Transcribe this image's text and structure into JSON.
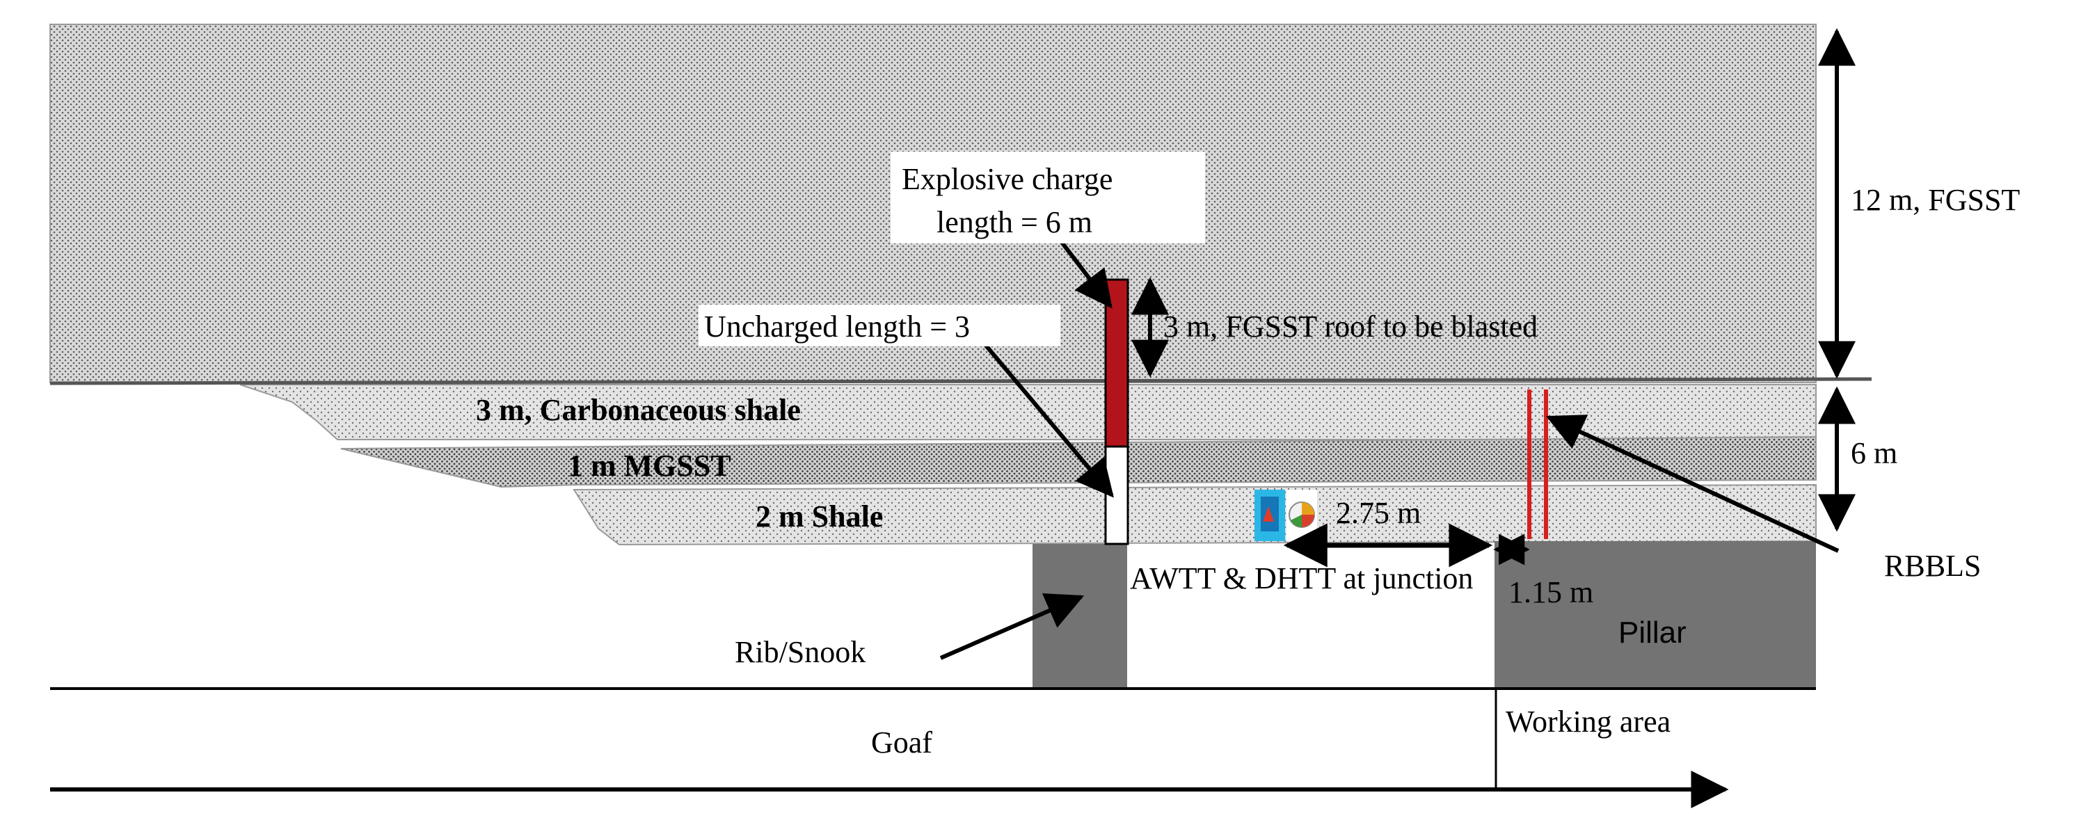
{
  "labels": {
    "roof_thickness": "12 m, FGSST",
    "charge_line1": "Explosive charge",
    "charge_line2": "length = 6 m",
    "uncharged": "Uncharged length = 3",
    "blast_roof": "3 m, FGSST roof to be blasted",
    "carb_shale": "3 m, Carbonaceous shale",
    "mgsst": "1 m MGSST",
    "shale": "2 m Shale",
    "immediate_roof": "6 m",
    "gap_distance": "2.75 m",
    "junction": "AWTT & DHTT at junction",
    "pillar_gap": "1.15 m",
    "pillar": "Pillar",
    "rib": "Rib/Snook",
    "rbbls": "RBBLS",
    "goaf": "Goaf",
    "working_area": "Working area"
  },
  "colors": {
    "stipple_bg": "#d6d6d6",
    "stipple_dot": "#6a6a6a",
    "pillar_fill": "#737373",
    "charge_red": "#b3141b",
    "bolt_red": "#d81e1e",
    "line": "#000000"
  },
  "icons": [
    "instrument-icon",
    "dial-gauge-icon"
  ]
}
